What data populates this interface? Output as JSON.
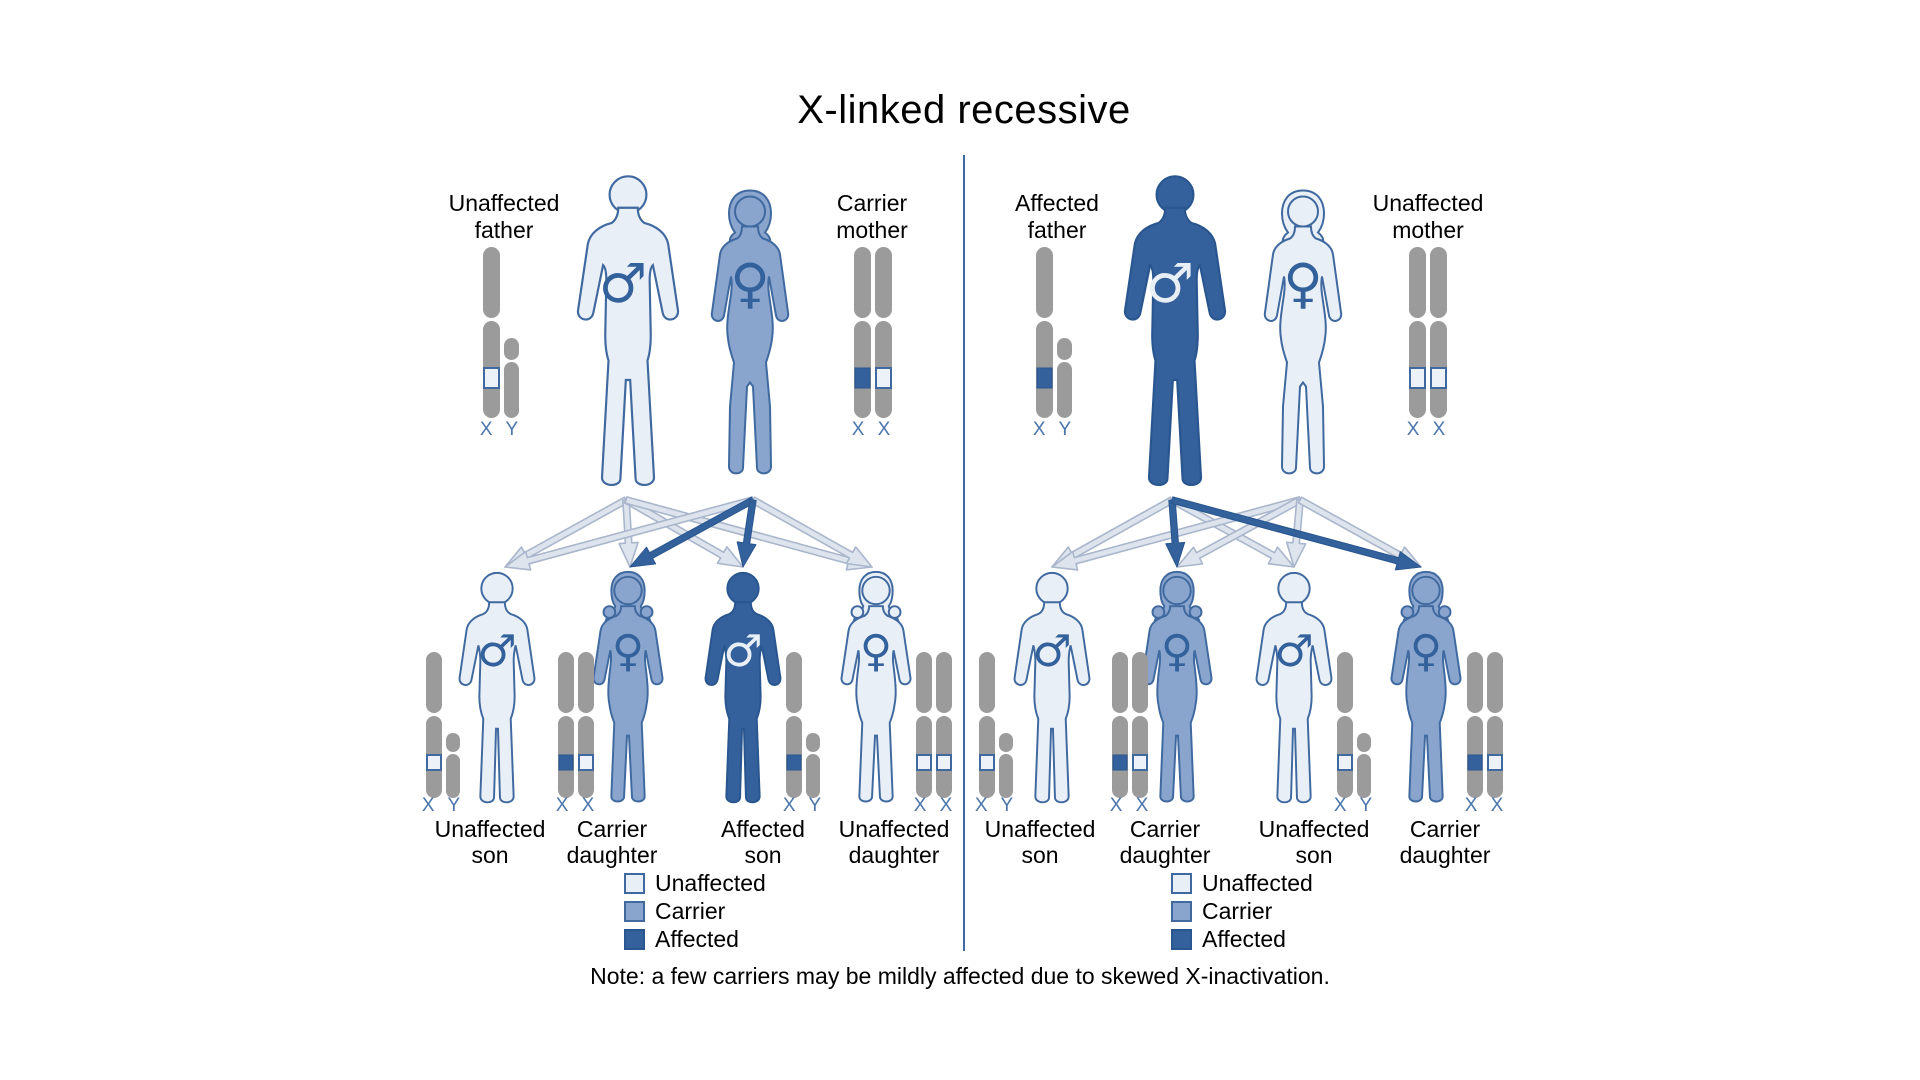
{
  "title": "X-linked recessive",
  "note": "Note: a few carriers may be mildly affected due to skewed X-inactivation.",
  "glyphs": {
    "male": "♂",
    "female": "♀"
  },
  "colors": {
    "unaffected-fill": "#e9eff7",
    "unaffected-stroke": "#3f699f",
    "carrier-fill": "#8aa5cd",
    "carrier-stroke": "#3f699f",
    "affected-fill": "#34619c",
    "affected-stroke": "#2a568f",
    "symbol-blue": "#32619b",
    "symbol-light": "#e9eff7",
    "chrom-grey": "#9b9b9b",
    "band-blue": "#34619c",
    "band-white-fill": "#edf2f9",
    "band-white-stroke": "#3f699f",
    "xy-text": "#4a76ad",
    "arrow-light-fill": "#dee4ee",
    "arrow-light-stroke": "#a9b6cb",
    "arrow-dark": "#32619b",
    "arrow-dark-stroke": "#2a568f",
    "divider": "#3f699f",
    "text": "#000000",
    "bg": "#ffffff"
  },
  "legend": {
    "items": [
      {
        "status": "unaffected",
        "label": "Unaffected"
      },
      {
        "status": "carrier",
        "label": "Carrier"
      },
      {
        "status": "affected",
        "label": "Affected"
      }
    ]
  },
  "panels": [
    {
      "side": "left",
      "father": {
        "label": "Unaffected\nfather",
        "status": "unaffected",
        "karyotype": "X Y",
        "bands": [
          "normal"
        ]
      },
      "mother": {
        "label": "Carrier\nmother",
        "status": "carrier",
        "karyotype": "X X",
        "bands": [
          "mutated",
          "normal"
        ]
      },
      "children": [
        {
          "label": "Unaffected\nson",
          "sex": "male",
          "status": "unaffected",
          "karyotype": "X Y",
          "bands": [
            "normal"
          ]
        },
        {
          "label": "Carrier\ndaughter",
          "sex": "female",
          "status": "carrier",
          "karyotype": "X X",
          "bands": [
            "mutated",
            "normal"
          ]
        },
        {
          "label": "Affected\nson",
          "sex": "male",
          "status": "affected",
          "karyotype": "X Y",
          "bands": [
            "mutated"
          ]
        },
        {
          "label": "Unaffected\ndaughter",
          "sex": "female",
          "status": "unaffected",
          "karyotype": "X X",
          "bands": [
            "normal",
            "normal"
          ]
        }
      ],
      "arrows": [
        {
          "from": "father",
          "to": 0,
          "allele": "normal"
        },
        {
          "from": "father",
          "to": 1,
          "allele": "normal"
        },
        {
          "from": "father",
          "to": 2,
          "allele": "normal"
        },
        {
          "from": "father",
          "to": 3,
          "allele": "normal"
        },
        {
          "from": "mother",
          "to": 0,
          "allele": "normal"
        },
        {
          "from": "mother",
          "to": 1,
          "allele": "mutated"
        },
        {
          "from": "mother",
          "to": 2,
          "allele": "mutated"
        },
        {
          "from": "mother",
          "to": 3,
          "allele": "normal"
        }
      ]
    },
    {
      "side": "right",
      "father": {
        "label": "Affected\nfather",
        "status": "affected",
        "karyotype": "X Y",
        "bands": [
          "mutated"
        ]
      },
      "mother": {
        "label": "Unaffected\nmother",
        "status": "unaffected",
        "karyotype": "X X",
        "bands": [
          "normal",
          "normal"
        ]
      },
      "children": [
        {
          "label": "Unaffected\nson",
          "sex": "male",
          "status": "unaffected",
          "karyotype": "X Y",
          "bands": [
            "normal"
          ]
        },
        {
          "label": "Carrier\ndaughter",
          "sex": "female",
          "status": "carrier",
          "karyotype": "X X",
          "bands": [
            "mutated",
            "normal"
          ]
        },
        {
          "label": "Unaffected\nson",
          "sex": "male",
          "status": "unaffected",
          "karyotype": "X Y",
          "bands": [
            "normal"
          ]
        },
        {
          "label": "Carrier\ndaughter",
          "sex": "female",
          "status": "carrier",
          "karyotype": "X X",
          "bands": [
            "mutated",
            "normal"
          ]
        }
      ],
      "arrows": [
        {
          "from": "father",
          "to": 0,
          "allele": "normal"
        },
        {
          "from": "father",
          "to": 1,
          "allele": "mutated"
        },
        {
          "from": "father",
          "to": 2,
          "allele": "normal"
        },
        {
          "from": "father",
          "to": 3,
          "allele": "mutated"
        },
        {
          "from": "mother",
          "to": 0,
          "allele": "normal"
        },
        {
          "from": "mother",
          "to": 1,
          "allele": "normal"
        },
        {
          "from": "mother",
          "to": 2,
          "allele": "normal"
        },
        {
          "from": "mother",
          "to": 3,
          "allele": "normal"
        }
      ]
    }
  ]
}
